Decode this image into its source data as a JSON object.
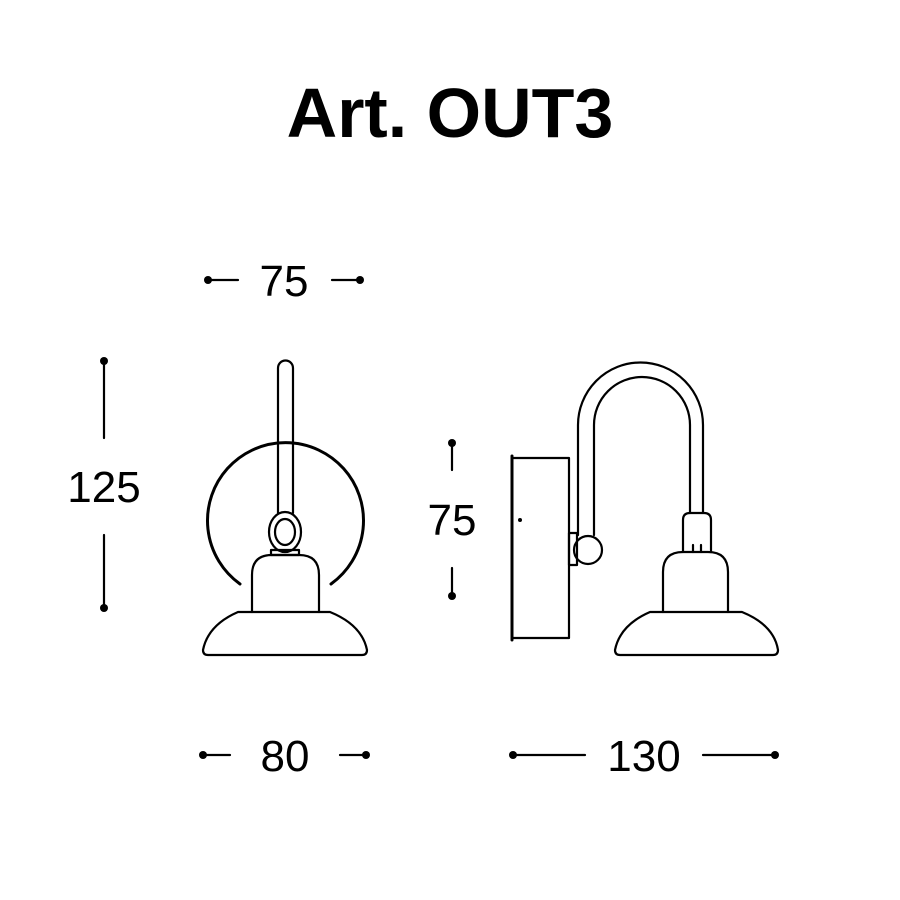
{
  "title": "Art. OUT3",
  "dimensions": {
    "front_top_width": "75",
    "front_height": "125",
    "side_base_height": "75",
    "front_bottom_width": "80",
    "side_depth": "130"
  },
  "colors": {
    "line": "#000000",
    "background": "#ffffff"
  }
}
